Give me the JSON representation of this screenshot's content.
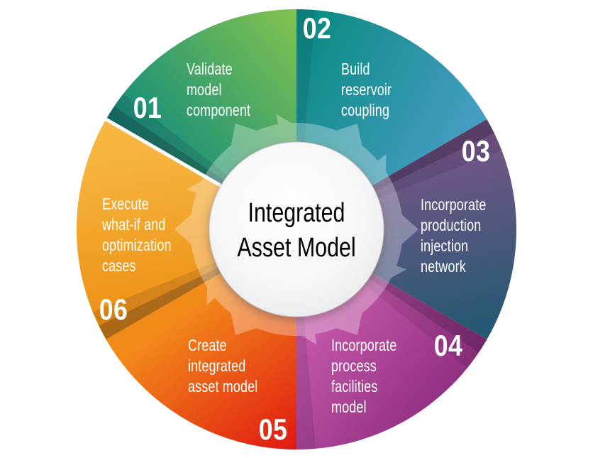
{
  "center": {
    "title": [
      "Integrated",
      "Asset Model"
    ],
    "circle_fill": "#f4f4f5"
  },
  "steps": [
    {
      "number": "01",
      "label_lines": [
        "Validate",
        "model",
        "component"
      ],
      "color_from": "#8bc74b",
      "color_to": "#0e8b7d"
    },
    {
      "number": "02",
      "label_lines": [
        "Build",
        "reservoir",
        "coupling"
      ],
      "color_from": "#0d8b85",
      "color_to": "#4fa0cc"
    },
    {
      "number": "03",
      "label_lines": [
        "Incorporate",
        "production",
        "injection",
        "network"
      ],
      "color_from": "#7a5588",
      "color_to": "#245973"
    },
    {
      "number": "04",
      "label_lines": [
        "Incorporate",
        "process",
        "facilities",
        "model"
      ],
      "color_from": "#c457a9",
      "color_to": "#8a2a7b"
    },
    {
      "number": "05",
      "label_lines": [
        "Create",
        "integrated",
        "asset model"
      ],
      "color_from": "#f28a1a",
      "color_to": "#e01911"
    },
    {
      "number": "06",
      "label_lines": [
        "Execute",
        "what-if and",
        "optimization",
        "cases"
      ],
      "color_from": "#f6b640",
      "color_to": "#ec8e10"
    }
  ],
  "text_color": "#ffffff",
  "title_color": "#000000"
}
